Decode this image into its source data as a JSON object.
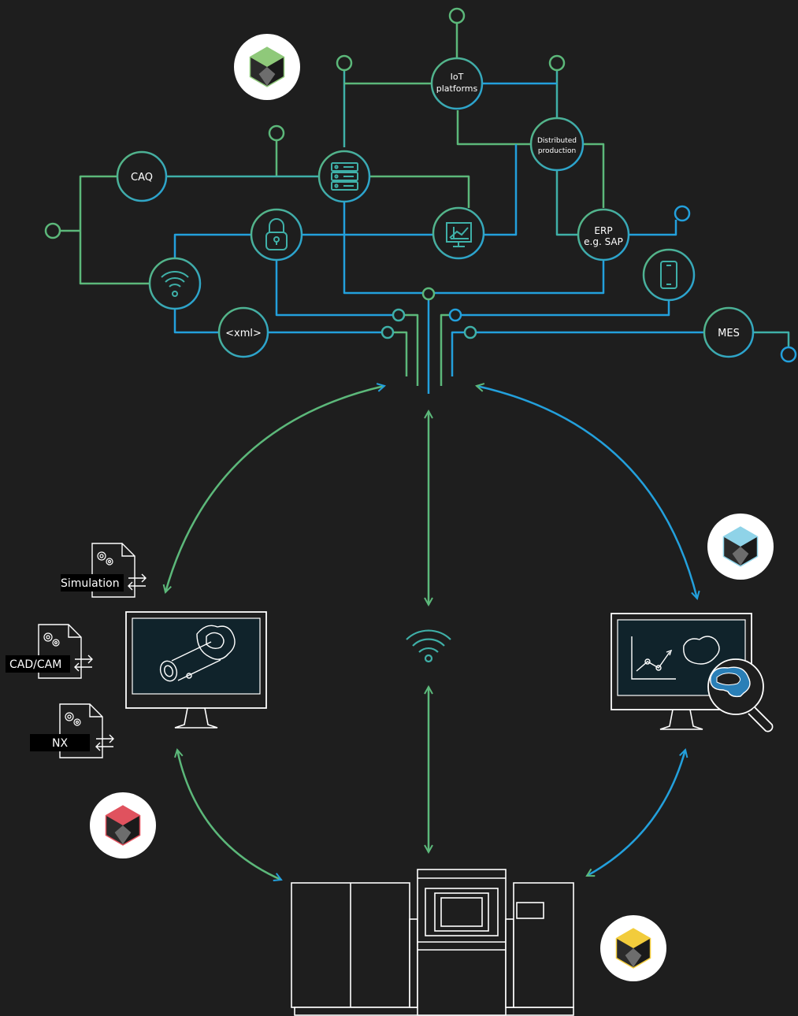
{
  "colors": {
    "background": "#1e1e1e",
    "green": "#5cb87a",
    "blue": "#23a0dc",
    "teal": "#3fb0a8",
    "white": "#ffffff",
    "hex_green": "#8fc97a",
    "hex_blue": "#8fd3e8",
    "hex_red": "#e0525e",
    "hex_yellow": "#f2cc3c"
  },
  "network": {
    "nodes": {
      "iot": {
        "line1": "IoT",
        "line2": "platforms"
      },
      "distributed": {
        "line1": "Distributed",
        "line2": "production"
      },
      "caq": {
        "label": "CAQ"
      },
      "erp": {
        "line1": "ERP",
        "line2": "e.g. SAP"
      },
      "xml": {
        "label": "<xml>"
      },
      "mes": {
        "label": "MES"
      },
      "server": {
        "icon": "server-icon"
      },
      "lock": {
        "icon": "lock-icon"
      },
      "analytics": {
        "icon": "chart-monitor-icon"
      },
      "wifi": {
        "icon": "wifi-icon"
      },
      "phone": {
        "icon": "smartphone-icon"
      }
    }
  },
  "documents": [
    {
      "label": "Simulation"
    },
    {
      "label": "CAD/CAM"
    },
    {
      "label": "NX"
    }
  ],
  "badges": {
    "top": {
      "icon": "hexagon-cube-green-icon"
    },
    "right": {
      "icon": "hexagon-cube-blue-icon"
    },
    "left": {
      "icon": "hexagon-cube-red-icon"
    },
    "bottom": {
      "icon": "hexagon-cube-yellow-icon"
    }
  }
}
